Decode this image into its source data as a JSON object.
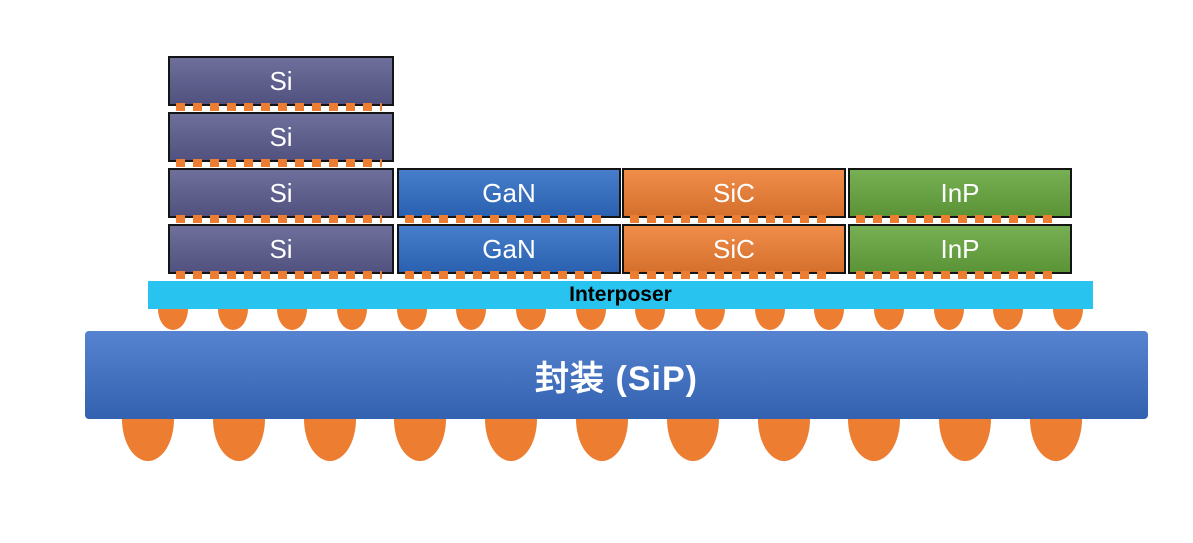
{
  "dies": {
    "si": [
      "Si",
      "Si",
      "Si",
      "Si"
    ],
    "gan": [
      "GaN",
      "GaN"
    ],
    "sic": [
      "SiC",
      "SiC"
    ],
    "inp": [
      "InP",
      "InP"
    ]
  },
  "interposer": {
    "label": "Interposer"
  },
  "package": {
    "label": "封装 (SiP)"
  },
  "colors": {
    "si": "#5B5B8E",
    "gan": "#2E6CC4",
    "sic": "#ED7D31",
    "inp": "#64A53C",
    "interposer": "#29C3EF",
    "package": "#3A6FC8",
    "bump": "#ED7D31"
  },
  "bumps": {
    "interposer_count": 16,
    "package_count": 11
  }
}
